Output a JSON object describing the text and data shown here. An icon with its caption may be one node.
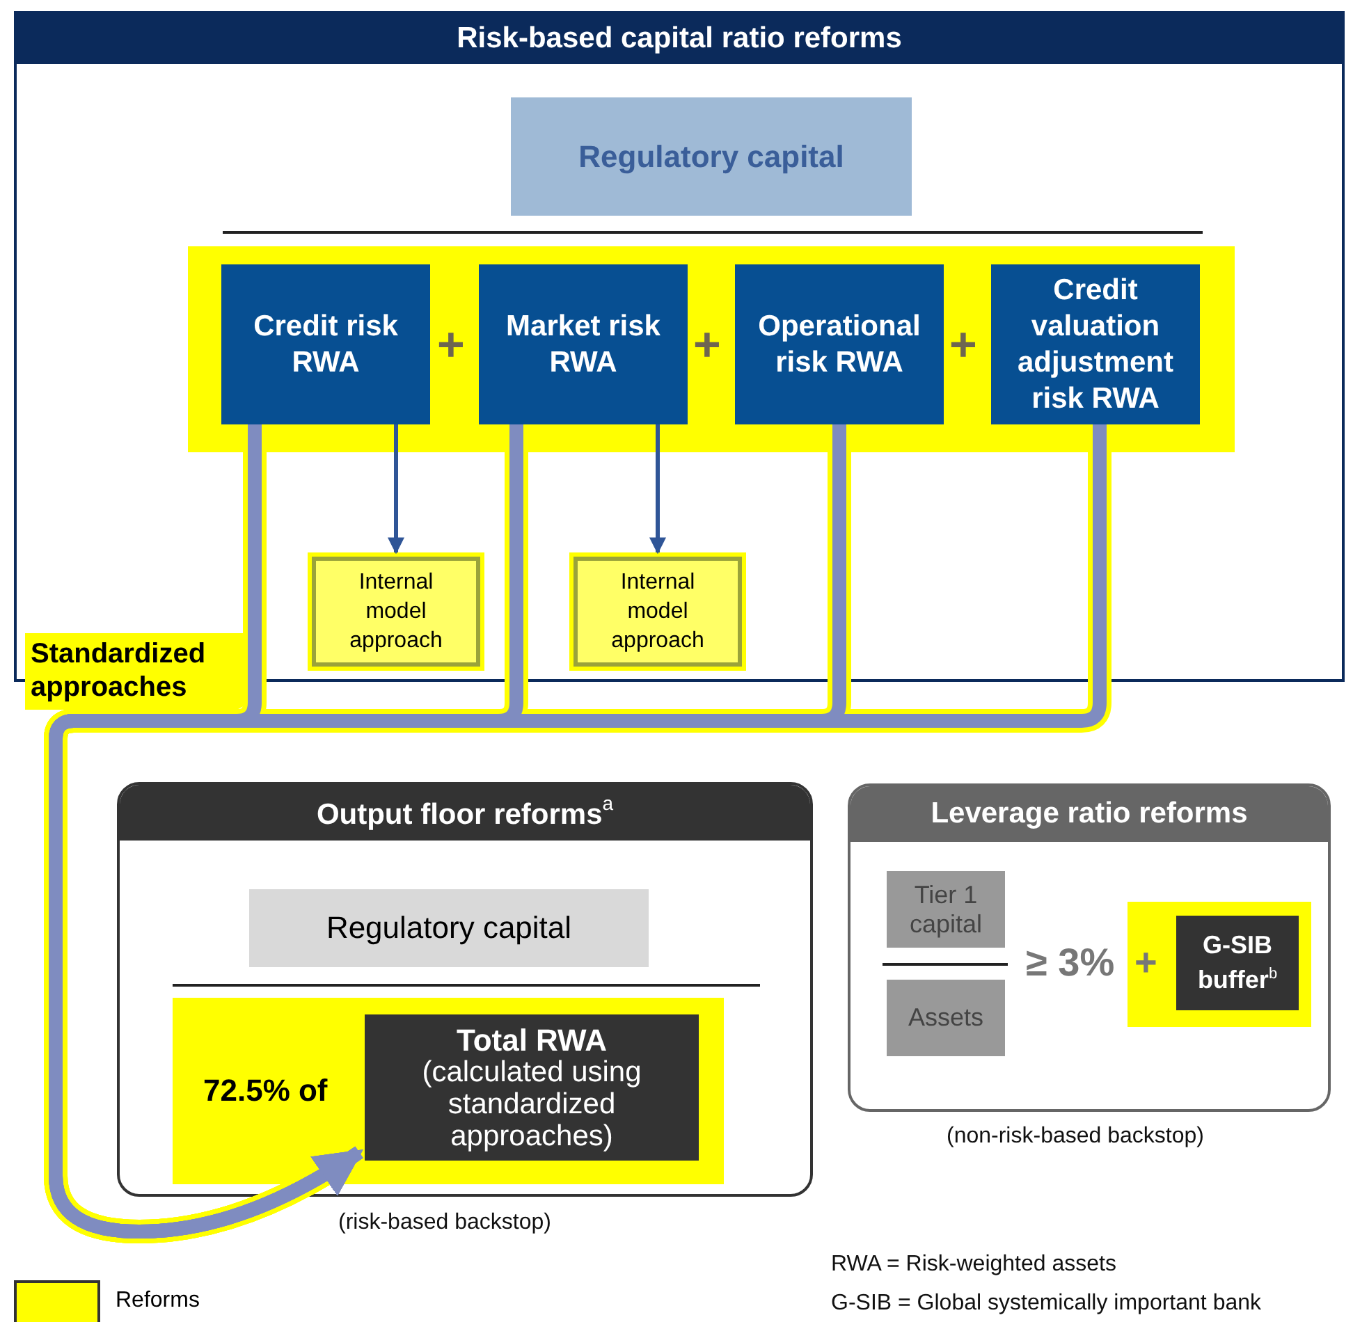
{
  "diagram": {
    "nodes": [
      {
        "text": [
          "Risk-based capital ratio reforms"
        ]
      },
      {
        "text": [
          "Regulatory capital"
        ],
        "in": 0
      },
      {
        "text": [
          "Credit risk RWA"
        ],
        "in": 0
      },
      {
        "text": [
          "Market risk RWA"
        ],
        "in": 0
      },
      {
        "text": [
          "Operational risk RWA"
        ],
        "in": 0
      },
      {
        "text": [
          "Credit valuation adjustment risk RWA"
        ],
        "in": 0
      },
      {
        "text": [
          "Internal model approach"
        ],
        "in": 0
      },
      {
        "text": [
          "Internal model approach"
        ],
        "in": 0
      },
      {
        "text": [
          "Output floor reforms$^{a}$"
        ],
        "beside": [
          "(risk-based backstop)"
        ]
      },
      {
        "text": [
          "Regulatory capital"
        ],
        "in": 8
      },
      {
        "text": [
          "72.5% of"
        ],
        "in": 8
      },
      {
        "text": [
          "Total RWA",
          "(calculated using standardized approaches)"
        ],
        "in": 10
      },
      {
        "text": [
          "Leverage ratio reforms"
        ],
        "beside": [
          "(non-risk-based backstop)"
        ]
      },
      {
        "text": [
          "Tier 1 capital"
        ],
        "in": 12
      },
      {
        "text": [
          "Assets"
        ],
        "in": 12
      },
      {
        "text": [
          "G-SIB buffer$^{b}$"
        ],
        "in": 12
      }
    ],
    "edges": [
      {
        "from": 2,
        "to": 6,
        "arrow": "to",
        "color": "#2f5597"
      },
      {
        "from": 3,
        "to": 7,
        "arrow": "to",
        "color": "#2f5597"
      },
      {
        "from": 2,
        "to": 11,
        "arrow": "to"
      },
      {
        "from": 3,
        "to": 11,
        "arrow": "to"
      },
      {
        "from": 4,
        "to": 11,
        "arrow": "to"
      },
      {
        "from": 5,
        "to": 11,
        "arrow": "to"
      }
    ],
    "labels": [
      "+",
      "+",
      "+",
      "Standardized approaches",
      "≥ 3%",
      "+",
      "RWA = Risk-weighted assets",
      "G-SIB = Global systemically important bank"
    ],
    "legend": [
      {
        "text": "Reforms",
        "color": "#ffff00"
      }
    ]
  }
}
